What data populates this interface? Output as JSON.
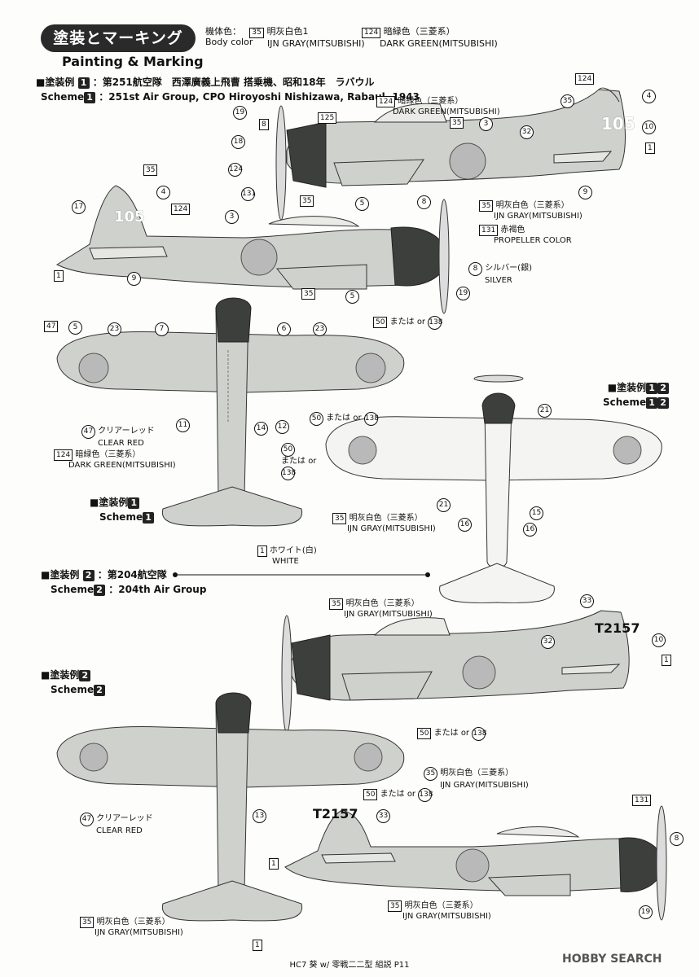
{
  "header": {
    "title_ja": "塗装とマーキング",
    "title_en": "Painting & Marking",
    "body_color_ja": "機体色：",
    "body_color_en": "Body color",
    "body_colors": [
      {
        "code": "35",
        "ja": "明灰白色1",
        "en": "IJN GRAY(MITSUBISHI)"
      },
      {
        "code": "124",
        "ja": "暗緑色（三菱系）",
        "en": "DARK GREEN(MITSUBISHI)"
      }
    ]
  },
  "scheme1": {
    "label_ja": "■塗装例",
    "num": "1",
    "desc_ja": "：第251航空隊　西澤廣義上飛曹 搭乗機、昭和18年　ラバウル",
    "label_en": "Scheme",
    "desc_en": "：251st Air Group, CPO Hiroyoshi Nishizawa, Rabaul, 1943",
    "tail_code": "105"
  },
  "scheme2": {
    "label_ja": "■塗装例",
    "num": "2",
    "desc_ja": "：第204航空隊",
    "label_en": "Scheme",
    "desc_en": "：204th Air Group",
    "tail_code": "T2157"
  },
  "scheme12": {
    "label_ja": "■塗装例",
    "label_en": "Scheme",
    "nums": [
      "1",
      "2"
    ]
  },
  "scheme1_under": {
    "label_ja": "■塗装例",
    "label_en": "Scheme",
    "num": "1"
  },
  "scheme2_under": {
    "label_ja": "■塗装例",
    "label_en": "Scheme",
    "num": "2"
  },
  "colors": {
    "c124": {
      "code": "124",
      "ja": "暗緑色（三菱系）",
      "en": "DARK GREEN(MITSUBISHI)"
    },
    "c35": {
      "code": "35",
      "ja": "明灰白色（三菱系）",
      "en": "IJN GRAY(MITSUBISHI)"
    },
    "c131": {
      "code": "131",
      "ja": "赤褐色",
      "en": "PROPELLER COLOR"
    },
    "c8": {
      "code": "8",
      "ja": "シルバー(銀)",
      "en": "SILVER"
    },
    "c47": {
      "code": "47",
      "ja": "クリアーレッド",
      "en": "CLEAR RED"
    },
    "c1": {
      "code": "1",
      "ja": "ホワイト(白)",
      "en": "WHITE"
    },
    "c50": {
      "code": "50",
      "or_ja": "または",
      "or_en": "or",
      "alt": "138",
      "or_short": "または or"
    }
  },
  "callout_numbers": [
    "19",
    "8",
    "18",
    "124",
    "131",
    "125",
    "35",
    "3",
    "32",
    "4",
    "10",
    "1",
    "9",
    "5",
    "17",
    "47",
    "23",
    "7",
    "6",
    "11",
    "12",
    "14",
    "21",
    "15",
    "16",
    "13",
    "33"
  ],
  "footer": {
    "text": "HC7 葵 w/ 零戦二二型 組説 P11",
    "watermark": "HOBBY SEARCH"
  },
  "palette": {
    "gray": "#cfd1cc",
    "green": "#5d6358",
    "dark": "#3d3f3d",
    "red": "#9a9a9a"
  }
}
